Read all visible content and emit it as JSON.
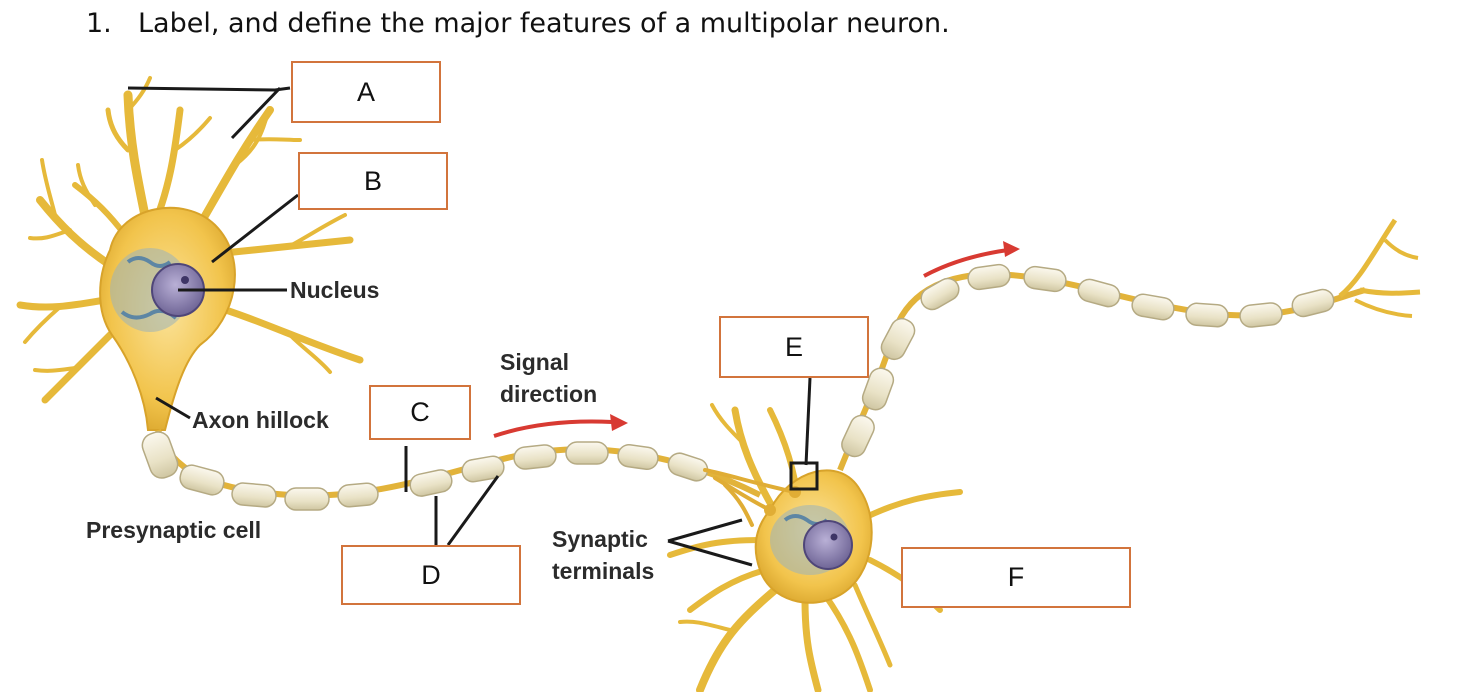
{
  "question": {
    "number": "1.",
    "text": "Label, and define the major features of a multipolar neuron."
  },
  "labels": {
    "nucleus": "Nucleus",
    "axon_hillock": "Axon hillock",
    "signal_direction_line1": "Signal",
    "signal_direction_line2": "direction",
    "presynaptic_cell": "Presynaptic cell",
    "synaptic_terminals_line1": "Synaptic",
    "synaptic_terminals_line2": "terminals"
  },
  "answer_boxes": {
    "a": "A",
    "b": "B",
    "c": "C",
    "d": "D",
    "e": "E",
    "f": "F"
  },
  "colors": {
    "cell_body": "#f2c44c",
    "dendrite": "#e6b93a",
    "myelin": "#ece6cf",
    "nucleus": "#8a7fb0",
    "box_border": "#d2743c",
    "arrow": "#d83a32",
    "leader_line": "#1a1a1a"
  }
}
